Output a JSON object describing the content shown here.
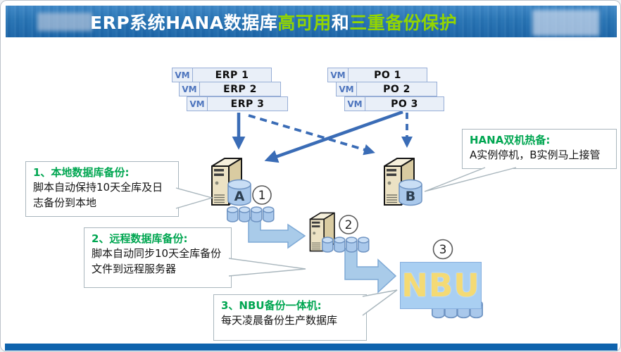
{
  "header": {
    "title_segments": {
      "s1": "ERP系统HANA数据库",
      "s2": "高可用",
      "s3": "和",
      "s4": "三重备份保护"
    }
  },
  "vm_stacks": {
    "erp": [
      {
        "tag": "VM",
        "label": "ERP 1"
      },
      {
        "tag": "VM",
        "label": "ERP 2"
      },
      {
        "tag": "VM",
        "label": "ERP 3"
      }
    ],
    "po": [
      {
        "tag": "VM",
        "label": "PO 1"
      },
      {
        "tag": "VM",
        "label": "PO 2"
      },
      {
        "tag": "VM",
        "label": "PO 3"
      }
    ]
  },
  "servers": {
    "a": "A",
    "b": "B"
  },
  "steps": {
    "s1": "1",
    "s2": "2",
    "s3": "3"
  },
  "nbu": {
    "label": "NBU"
  },
  "callouts": {
    "local": {
      "heading": "1、本地数据库备份:",
      "body": "脚本自动保持10天全库及日志备份到本地"
    },
    "remote": {
      "heading": "2、远程数据库备份:",
      "body": "脚本自动同步10天全库备份文件到远程服务器"
    },
    "nbu": {
      "heading": "3、NBU备份一体机:",
      "body": "每天凌晨备份生产数据库"
    },
    "hana": {
      "heading": "HANA双机热备:",
      "body": "A实例停机，B实例马上接管"
    }
  },
  "colors": {
    "header_blue": "#2874b4",
    "title_highlight_green": "#93d500",
    "callout_heading_green": "#00a651",
    "arrow_blue": "#3a6cb6",
    "block_arrow_fill": "#a9cbe9",
    "nbu_fill": "#a9cff2",
    "nbu_text": "#f4da74",
    "vm_box_fill": "#e9eff8",
    "footer_blue": "#0f63ad"
  }
}
